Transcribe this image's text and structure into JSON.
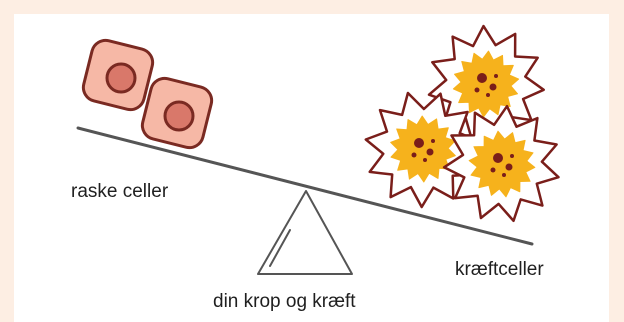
{
  "labels": {
    "left": "raske celler",
    "right": "kræftceller",
    "fulcrum": "din krop og kræft"
  },
  "colors": {
    "background": "#fdeee3",
    "panel": "#ffffff",
    "beam": "#555555",
    "healthy_cell_fill": "#f6b8a6",
    "healthy_cell_stroke": "#7a2a22",
    "healthy_nucleus": "#d9786a",
    "cancer_spike_stroke": "#7a1e1a",
    "cancer_cell_fill": "#f6b21c",
    "cancer_dot": "#7a1e1a"
  },
  "icons": {
    "healthy_cells": "healthy-cell-icon",
    "cancer_cells": "cancer-cell-icon",
    "fulcrum": "triangle-fulcrum-icon"
  }
}
